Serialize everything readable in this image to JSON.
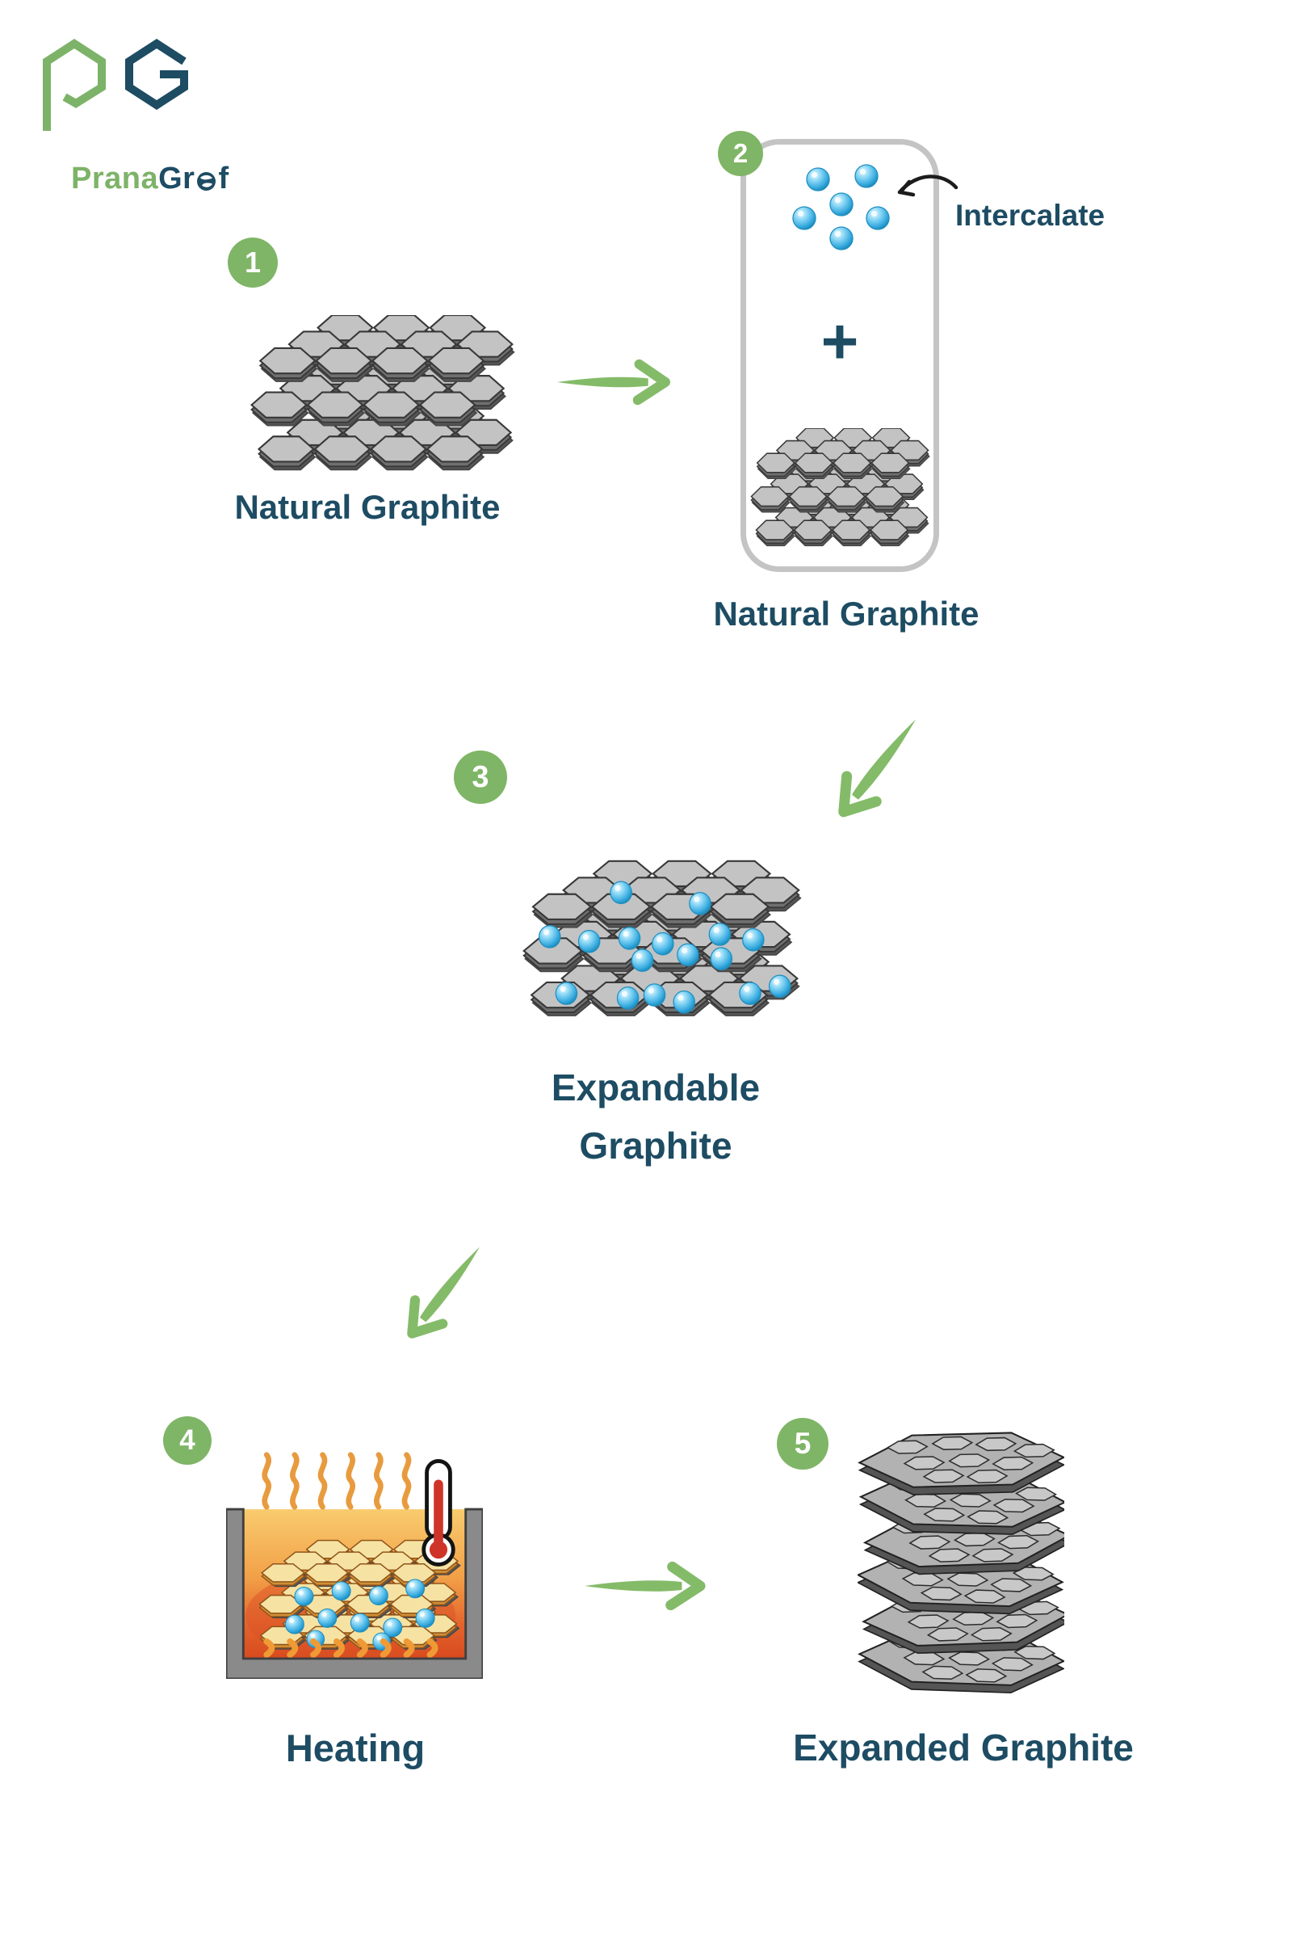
{
  "logo": {
    "prana": "Prana",
    "graf_pre": "Gr",
    "graf_post": "f"
  },
  "steps": [
    {
      "number": "1",
      "label": "Natural Graphite"
    },
    {
      "number": "2",
      "label": "Natural Graphite",
      "annotation": "Intercalate",
      "plus": "+"
    },
    {
      "number": "3",
      "label_line1": "Expandable",
      "label_line2": "Graphite"
    },
    {
      "number": "4",
      "label": "Heating"
    },
    {
      "number": "5",
      "label": "Expanded Graphite"
    }
  ],
  "colors": {
    "badge_green": "#7fb566",
    "arrow_green": "#84bb69",
    "heading_blue": "#1d4c63",
    "container_border": "#c4c4c4",
    "sphere_blue": "#3fb0e2",
    "furnace_wall": "#8a8a8a",
    "heat_orange": "#e89b3e",
    "thermometer_red": "#cf3428"
  }
}
